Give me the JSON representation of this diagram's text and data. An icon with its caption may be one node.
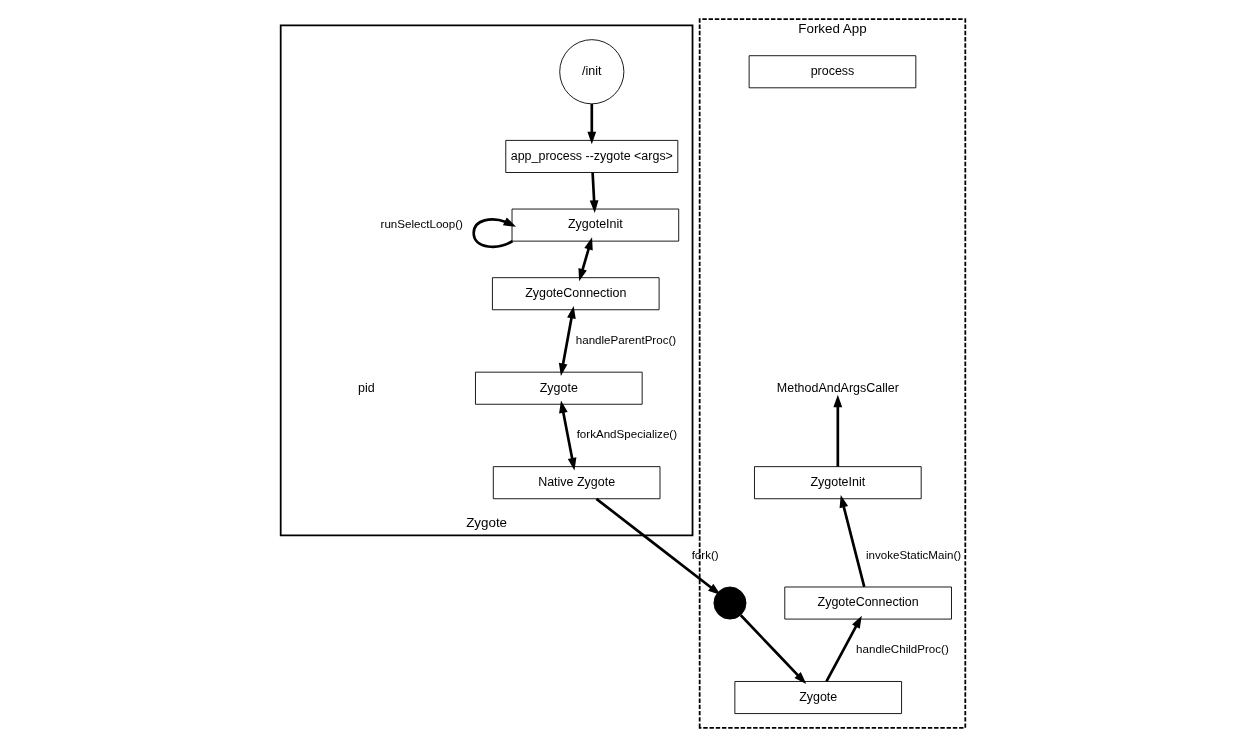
{
  "diagram": {
    "nodes": [
      {
        "text": [
          "Zygote"
        ]
      },
      {
        "text": [
          "/init"
        ],
        "in": 0
      },
      {
        "text": [
          "app_process --zygote <args>"
        ],
        "in": 0
      },
      {
        "text": [
          "ZygoteInit"
        ],
        "in": 0
      },
      {
        "text": [
          "ZygoteConnection"
        ],
        "in": 0
      },
      {
        "text": [
          "Zygote"
        ],
        "in": 0
      },
      {
        "text": [
          "Native Zygote"
        ],
        "in": 0
      },
      {
        "text": [
          "Forked App"
        ]
      },
      {
        "text": [],
        "shape": "circle",
        "in": 7
      },
      {
        "text": [
          "process"
        ],
        "in": 7
      },
      {
        "text": [
          "MethodAndArgsCaller"
        ],
        "in": 7
      },
      {
        "text": [
          "ZygoteInit"
        ],
        "in": 7
      },
      {
        "text": [
          "ZygoteConnection"
        ],
        "in": 7
      },
      {
        "text": [
          "Zygote"
        ],
        "in": 7
      }
    ],
    "edges": [
      {
        "from": 1,
        "to": 2,
        "arrow": "to"
      },
      {
        "from": 2,
        "to": 3,
        "arrow": "to"
      },
      {
        "from": 3,
        "to": 3,
        "arrow": "to",
        "label": "runSelectLoop()"
      },
      {
        "from": 3,
        "to": 4,
        "arrow": "both"
      },
      {
        "from": 4,
        "to": 5,
        "arrow": "both",
        "label": "handleParentProc()"
      },
      {
        "from": 5,
        "to": 6,
        "arrow": "both",
        "label": "forkAndSpecialize()"
      },
      {
        "from": 6,
        "to": 8,
        "arrow": "to",
        "label": "fork()"
      },
      {
        "from": 8,
        "to": 13,
        "arrow": "to"
      },
      {
        "from": 13,
        "to": 12,
        "arrow": "to",
        "label": "handleChildProc()"
      },
      {
        "from": 12,
        "to": 11,
        "arrow": "to",
        "label": "invokeStaticMain()"
      },
      {
        "from": 11,
        "to": 10,
        "arrow": "to"
      }
    ],
    "labels": [
      "pid"
    ]
  }
}
